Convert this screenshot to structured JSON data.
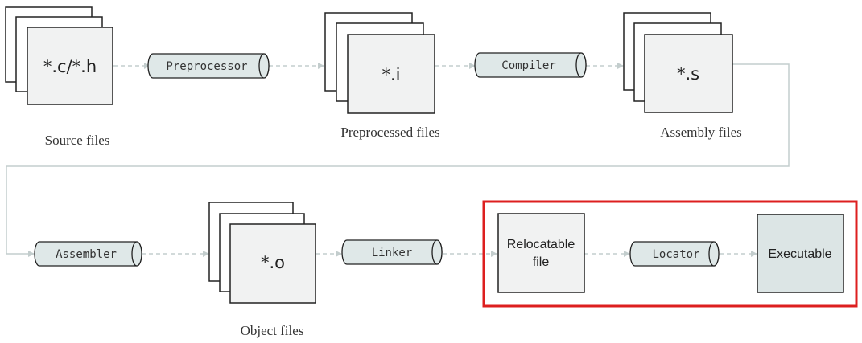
{
  "stages": {
    "source": {
      "ext": "*.c/*.h",
      "caption": "Source files"
    },
    "preprocessed": {
      "ext": "*.i",
      "caption": "Preprocessed  files"
    },
    "assembly": {
      "ext": "*.s",
      "caption": "Assembly  files"
    },
    "object": {
      "ext": "*.o",
      "caption": "Object files"
    }
  },
  "tools": {
    "preprocessor": "Preprocessor",
    "compiler": "Compiler",
    "assembler": "Assembler",
    "linker": "Linker",
    "locator": "Locator"
  },
  "outputs": {
    "relocatable_line1": "Relocatable",
    "relocatable_line2": "file",
    "executable": "Executable"
  },
  "colors": {
    "highlight": "#dd1f1f",
    "arrow": "#c3cdcd",
    "tool_fill": "#dfe8e8",
    "paper_fill": "#f1f2f2",
    "executable_fill": "#dce5e5"
  }
}
